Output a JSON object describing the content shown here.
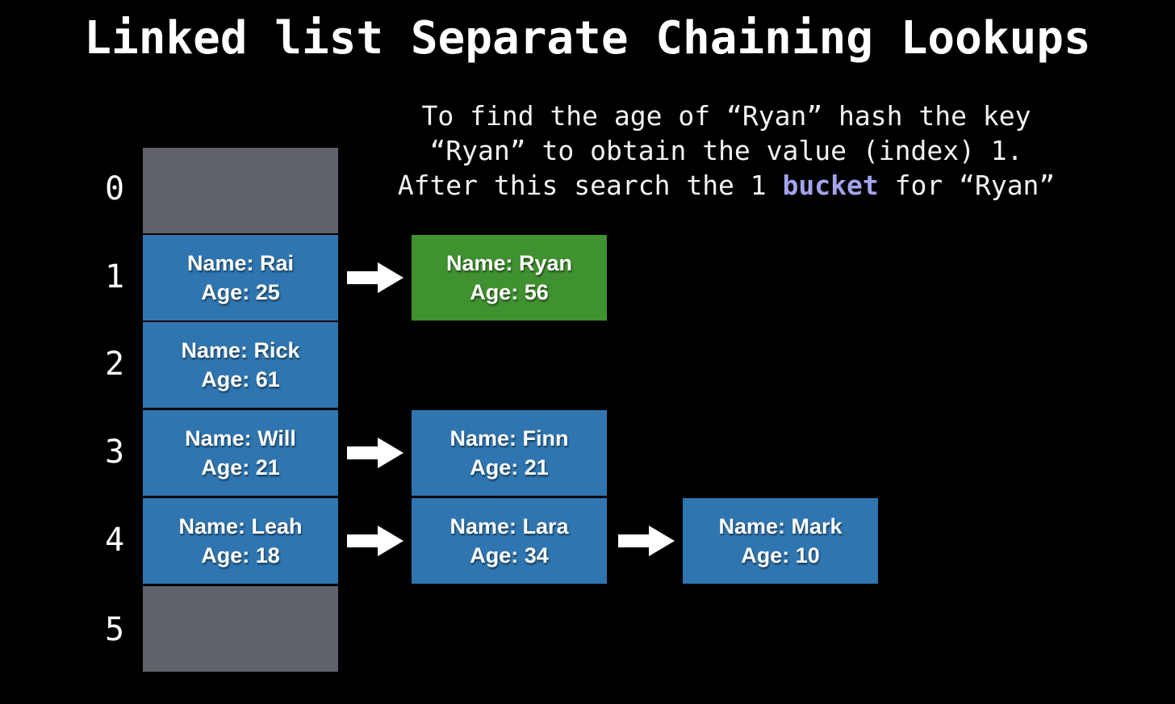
{
  "page": {
    "background_color": "#000000",
    "title": "Linked list Separate Chaining Lookups"
  },
  "description": {
    "line1": "To find the age of “Ryan” hash the key",
    "line2": "“Ryan” to obtain the value (index) 1.",
    "line3_prefix": "After this search the 1 ",
    "line3_keyword": "bucket",
    "line3_suffix": " for “Ryan”",
    "keyword_color": "#a3a3ec"
  },
  "colors": {
    "empty_bucket": "#5f626b",
    "node_blue": "#2f76b0",
    "node_found_green": "#409130",
    "text_white": "#ffffff",
    "keyword_purple": "#a3a3ec"
  },
  "hash_table": {
    "index_labels": [
      "0",
      "1",
      "2",
      "3",
      "4",
      "5"
    ],
    "buckets": [
      {
        "index": "0",
        "empty": true,
        "nodes": []
      },
      {
        "index": "1",
        "empty": false,
        "nodes": [
          {
            "name_line": "Name: Rai",
            "age_line": "Age: 25",
            "state": "filled"
          },
          {
            "name_line": "Name: Ryan",
            "age_line": "Age: 56",
            "state": "found"
          }
        ]
      },
      {
        "index": "2",
        "empty": false,
        "nodes": [
          {
            "name_line": "Name: Rick",
            "age_line": "Age: 61",
            "state": "filled"
          }
        ]
      },
      {
        "index": "3",
        "empty": false,
        "nodes": [
          {
            "name_line": "Name: Will",
            "age_line": "Age: 21",
            "state": "filled"
          },
          {
            "name_line": "Name: Finn",
            "age_line": "Age: 21",
            "state": "filled"
          }
        ]
      },
      {
        "index": "4",
        "empty": false,
        "nodes": [
          {
            "name_line": "Name: Leah",
            "age_line": "Age: 18",
            "state": "filled"
          },
          {
            "name_line": "Name: Lara",
            "age_line": "Age: 34",
            "state": "filled"
          },
          {
            "name_line": "Name: Mark",
            "age_line": "Age: 10",
            "state": "filled"
          }
        ]
      },
      {
        "index": "5",
        "empty": true,
        "nodes": []
      }
    ],
    "arrows": [
      {
        "from_bucket": "1",
        "from_node": "Name: Rai",
        "to_node": "Name: Ryan"
      },
      {
        "from_bucket": "3",
        "from_node": "Name: Will",
        "to_node": "Name: Finn"
      },
      {
        "from_bucket": "4",
        "from_node": "Name: Leah",
        "to_node": "Name: Lara"
      },
      {
        "from_bucket": "4",
        "from_node": "Name: Lara",
        "to_node": "Name: Mark"
      }
    ]
  }
}
